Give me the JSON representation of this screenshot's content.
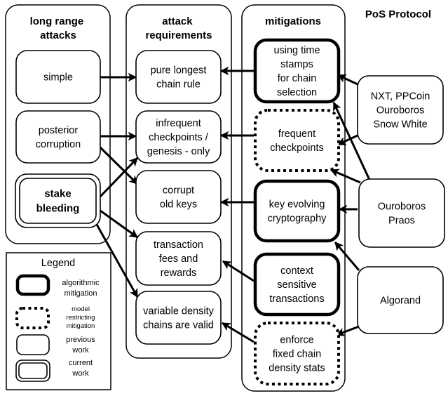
{
  "title": "PoS Protocol",
  "columns": {
    "attacks": {
      "header": [
        "long range",
        "attacks"
      ],
      "items": {
        "simple": {
          "lines": [
            "simple"
          ],
          "style": "previous"
        },
        "posterior": {
          "lines": [
            "posterior",
            "corruption"
          ],
          "style": "previous"
        },
        "stake_bleeding": {
          "lines": [
            "stake",
            "bleeding"
          ],
          "style": "current"
        }
      }
    },
    "requirements": {
      "header": [
        "attack",
        "requirements"
      ],
      "items": {
        "pure_longest": {
          "lines": [
            "pure longest",
            "chain rule"
          ],
          "style": "previous"
        },
        "infrequent": {
          "lines": [
            "infrequent",
            "checkpoints /",
            "genesis - only"
          ],
          "style": "previous"
        },
        "corrupt_keys": {
          "lines": [
            "corrupt",
            "old keys"
          ],
          "style": "previous"
        },
        "tx_fees": {
          "lines": [
            "transaction",
            "fees and",
            "rewards"
          ],
          "style": "previous"
        },
        "variable_density": {
          "lines": [
            "variable density",
            "chains are valid"
          ],
          "style": "previous"
        }
      }
    },
    "mitigations": {
      "header": [
        "mitigations"
      ],
      "items": {
        "timestamps": {
          "lines": [
            "using time",
            "stamps",
            "for chain",
            "selection"
          ],
          "style": "algorithmic"
        },
        "frequent_cp": {
          "lines": [
            "frequent",
            "checkpoints"
          ],
          "style": "model"
        },
        "key_evolving": {
          "lines": [
            "key evolving",
            "cryptography"
          ],
          "style": "algorithmic"
        },
        "context_tx": {
          "lines": [
            "context",
            "sensitive",
            "transactions"
          ],
          "style": "algorithmic"
        },
        "fixed_density": {
          "lines": [
            "enforce",
            "fixed chain",
            "density stats"
          ],
          "style": "model"
        }
      }
    }
  },
  "protocols": {
    "nxt": {
      "lines": [
        "NXT, PPCoin",
        "Ouroboros",
        "Snow White"
      ]
    },
    "praos": {
      "lines": [
        "Ouroboros",
        "Praos"
      ]
    },
    "algorand": {
      "lines": [
        "Algorand"
      ]
    }
  },
  "edges": [
    {
      "from": "simple",
      "to": "pure_longest"
    },
    {
      "from": "posterior",
      "to": "infrequent"
    },
    {
      "from": "posterior",
      "to": "corrupt_keys"
    },
    {
      "from": "stake_bleeding",
      "to": "infrequent"
    },
    {
      "from": "stake_bleeding",
      "to": "tx_fees"
    },
    {
      "from": "stake_bleeding",
      "to": "variable_density"
    },
    {
      "from": "timestamps",
      "to": "pure_longest"
    },
    {
      "from": "frequent_cp",
      "to": "infrequent"
    },
    {
      "from": "key_evolving",
      "to": "corrupt_keys"
    },
    {
      "from": "context_tx",
      "to": "tx_fees"
    },
    {
      "from": "fixed_density",
      "to": "variable_density"
    },
    {
      "from": "nxt",
      "to": "timestamps"
    },
    {
      "from": "nxt",
      "to": "frequent_cp"
    },
    {
      "from": "praos",
      "to": "timestamps"
    },
    {
      "from": "praos",
      "to": "frequent_cp"
    },
    {
      "from": "praos",
      "to": "key_evolving"
    },
    {
      "from": "algorand",
      "to": "key_evolving"
    },
    {
      "from": "algorand",
      "to": "fixed_density"
    }
  ],
  "legend": {
    "title": "Legend",
    "entries": [
      {
        "style": "algorithmic",
        "lines": [
          "algorithmic",
          "mitigation"
        ]
      },
      {
        "style": "model",
        "lines": [
          "model",
          "restricting",
          "mitigation"
        ]
      },
      {
        "style": "previous",
        "lines": [
          "previous",
          "work"
        ]
      },
      {
        "style": "current",
        "lines": [
          "current",
          "work"
        ]
      }
    ]
  }
}
